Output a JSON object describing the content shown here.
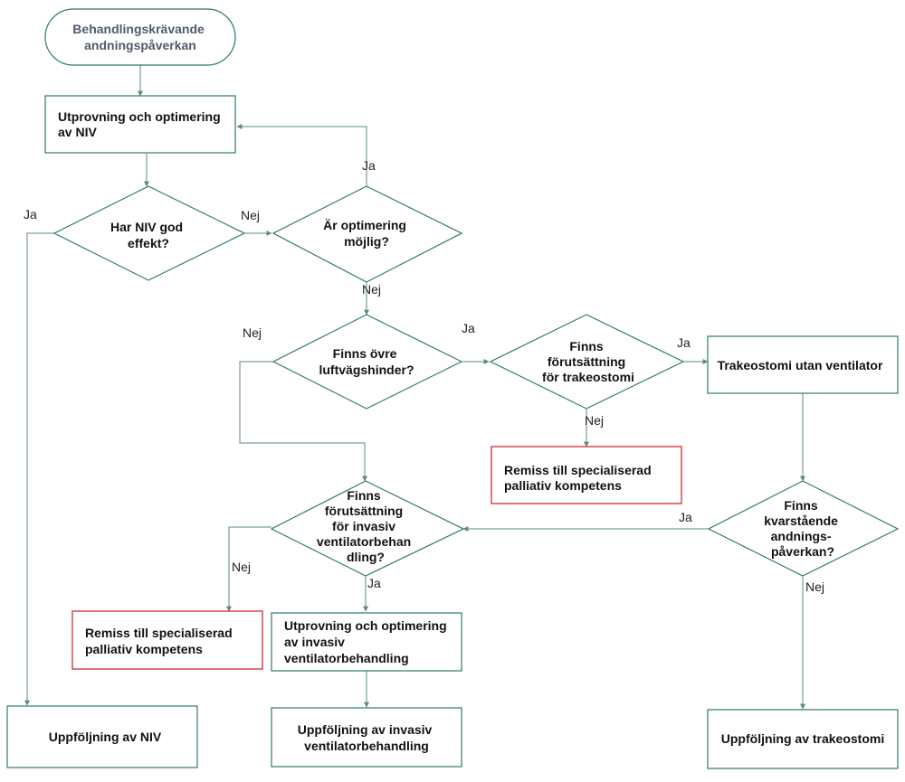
{
  "colors": {
    "node_border": "#2e7d5b",
    "referral_border": "#d63b3b",
    "connector": "#5b8c76",
    "start_text": "#4f5a6b"
  },
  "nodes": {
    "start": [
      "Behandlingskrävande",
      "andningspåverkan"
    ],
    "niv_optimering": [
      "Utprovning och optimering",
      "av NIV"
    ],
    "har_niv_effekt": [
      "Har NIV god",
      "effekt?"
    ],
    "ar_optimering_mojlig": [
      "Är optimering",
      "möjlig?"
    ],
    "ovre_luftvagshinder": [
      "Finns övre",
      "luftvägshinder?"
    ],
    "forutsattning_trakeostomi": [
      "Finns",
      "förutsättning",
      "för trakeostomi"
    ],
    "trakeostomi_utan_ventilator": [
      "Trakeostomi utan ventilator"
    ],
    "remiss_1": [
      "Remiss till specialiserad",
      "palliativ kompetens"
    ],
    "forutsattning_invasiv": [
      "Finns",
      "förutsättning",
      "för invasiv",
      "ventilatorbehan",
      "dling?"
    ],
    "kvarstaende_andningspaverkan": [
      "Finns",
      "kvarstående",
      "andnings-",
      "påverkan?"
    ],
    "remiss_2": [
      "Remiss till specialiserad",
      "palliativ kompetens"
    ],
    "invasiv_optimering": [
      "Utprovning och optimering",
      "av  invasiv",
      "ventilatorbehandling"
    ],
    "uppfoljning_niv": [
      "Uppföljning av NIV"
    ],
    "uppfoljning_invasiv": [
      "Uppföljning av invasiv",
      "ventilatorbehandling"
    ],
    "uppfoljning_trakeostomi": [
      "Uppföljning av trakeostomi"
    ]
  },
  "edge_labels": {
    "niv_ja": "Ja",
    "niv_nej": "Nej",
    "opt_ja": "Ja",
    "opt_nej": "Nej",
    "hinder_nej": "Nej",
    "hinder_ja": "Ja",
    "trak_ja": "Ja",
    "trak_nej": "Nej",
    "kvar_ja": "Ja",
    "kvar_nej": "Nej",
    "inv_nej": "Nej",
    "inv_ja": "Ja"
  }
}
